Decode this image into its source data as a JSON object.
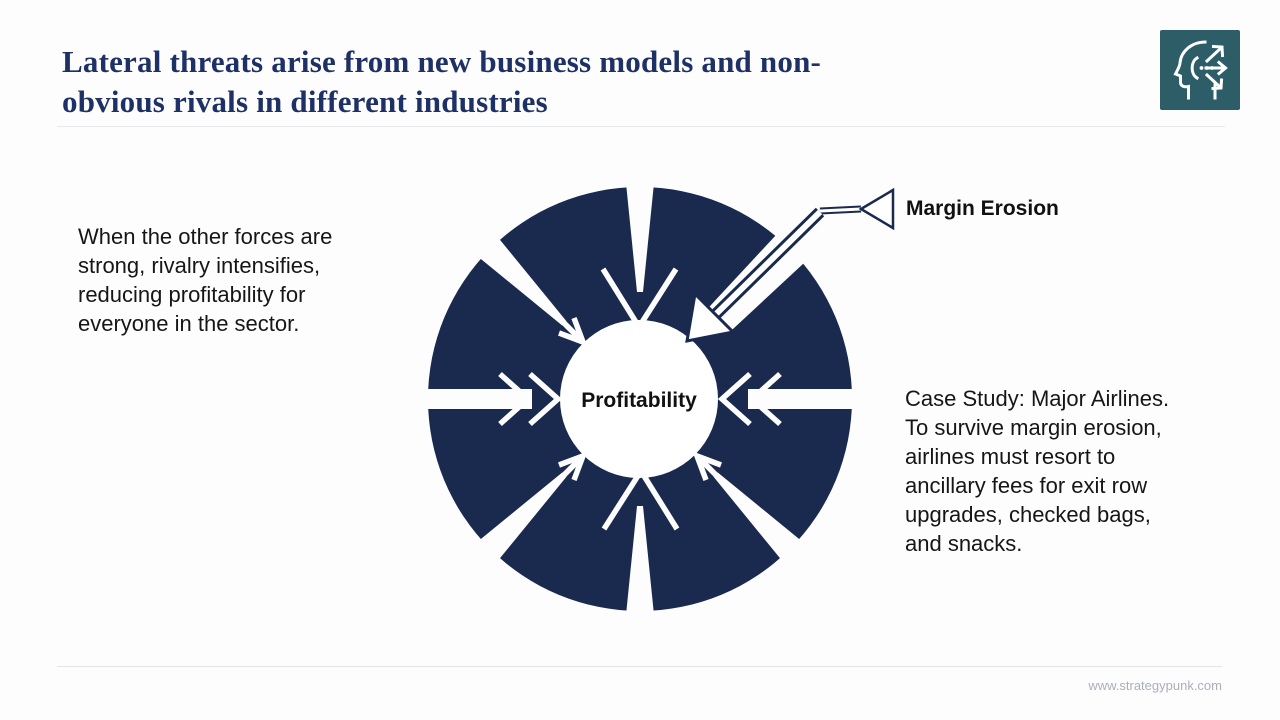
{
  "slide": {
    "title_lines": [
      "Lateral threats arise from new business models and non-",
      "obvious rivals in different industries"
    ],
    "left_note_lines": [
      "When the other forces are",
      "strong, rivalry intensifies,",
      "reducing profitability for",
      "everyone in the sector."
    ],
    "case_study_lines": [
      "Case Study: Major Airlines.",
      "To survive margin erosion,",
      "airlines must resort to",
      "ancillary fees for exit row",
      "upgrades, checked bags,",
      "and snacks."
    ],
    "callout_label": "Margin Erosion",
    "diagram_center_label": "Profitability",
    "footer_url": "www.strategypunk.com",
    "colors": {
      "title_navy": "#1e3166",
      "donut_navy": "#1a2a4f",
      "logo_teal": "#2d5e68",
      "body_text": "#161616",
      "footer_text": "#a9b0ba",
      "divider": "#e7e9ec",
      "background": "#fdfdfd"
    }
  }
}
